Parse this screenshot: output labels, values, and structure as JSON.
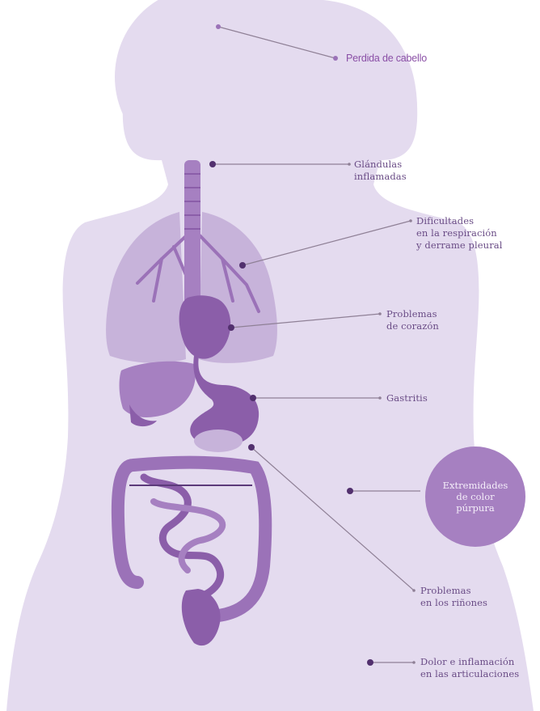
{
  "colors": {
    "silhouette": "#e4dbef",
    "organ_light": "#c7b3da",
    "organ_mid": "#a680c1",
    "organ_dark": "#8b5ea9",
    "leader_dot": "#52306e",
    "leader_line": "#8f8096",
    "text": "#6a4c86",
    "hair_label": "#8a4fa6",
    "callout_fill": "#a680c1",
    "callout_text": "#f5eefa"
  },
  "labels": {
    "hair_loss": "Perdida de cabello",
    "glands": [
      "Glándulas",
      "inflamadas"
    ],
    "breathing": [
      "Dificultades",
      "en la respiración",
      "y derrame pleural"
    ],
    "heart": [
      "Problemas",
      "de corazón"
    ],
    "gastritis": "Gastritis",
    "extremities": [
      "Extremidades",
      "de color",
      "púrpura"
    ],
    "kidneys": [
      "Problemas",
      "en los riñones"
    ],
    "joints": [
      "Dolor e inflamación",
      "en las articulaciones"
    ]
  },
  "icons": [
    "body-silhouette",
    "lungs",
    "trachea",
    "heart",
    "liver",
    "stomach",
    "intestines",
    "bladder",
    "leader-dot"
  ]
}
